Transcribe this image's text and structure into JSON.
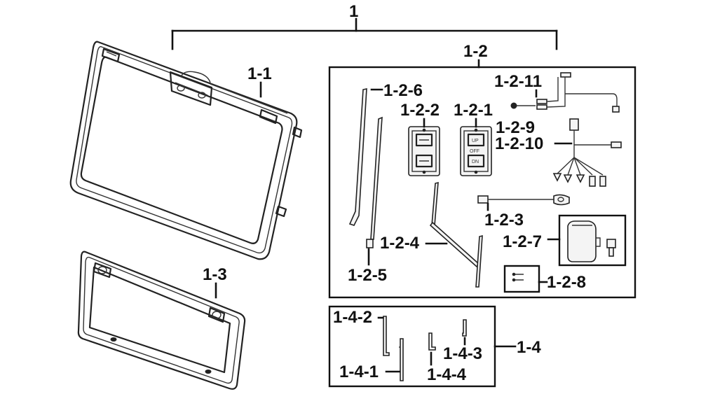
{
  "labels": {
    "l1": "1",
    "l1_1": "1-1",
    "l1_2": "1-2",
    "l1_3": "1-3",
    "l1_4": "1-4",
    "l1_2_1": "1-2-1",
    "l1_2_2": "1-2-2",
    "l1_2_3": "1-2-3",
    "l1_2_4": "1-2-4",
    "l1_2_5": "1-2-5",
    "l1_2_6": "1-2-6",
    "l1_2_7": "1-2-7",
    "l1_2_8": "1-2-8",
    "l1_2_9": "1-2-9",
    "l1_2_10": "1-2-10",
    "l1_2_11": "1-2-11",
    "l1_4_1": "1-4-1",
    "l1_4_2": "1-4-2",
    "l1_4_3": "1-4-3",
    "l1_4_4": "1-4-4"
  },
  "switch_text": {
    "up": "UP",
    "off": "OFF",
    "down": "DN"
  }
}
